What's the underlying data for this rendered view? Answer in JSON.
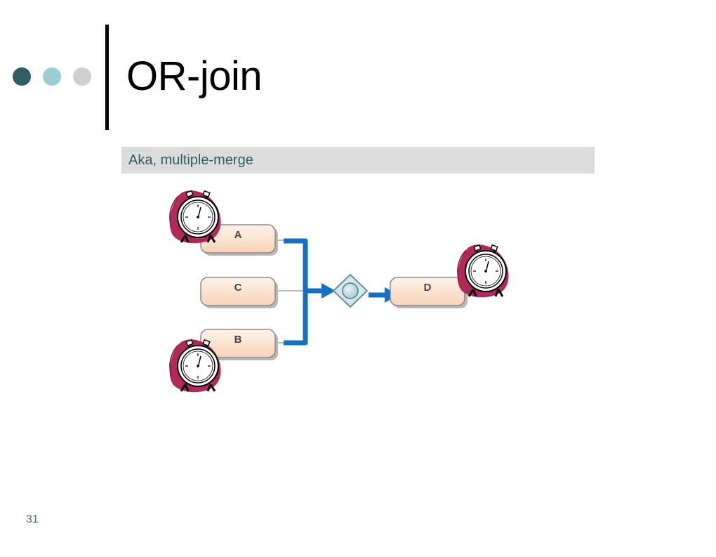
{
  "slide": {
    "title": "OR-join",
    "subtitle": "Aka, multiple-merge",
    "page_number": "31"
  },
  "decoration": {
    "dots": [
      "#2f5f60",
      "#9ccfd0",
      "#cfcfcf"
    ]
  },
  "diagram": {
    "tasks": [
      {
        "id": "task-a",
        "label": "A",
        "timer": true
      },
      {
        "id": "task-c",
        "label": "C",
        "timer": false
      },
      {
        "id": "task-b",
        "label": "B",
        "timer": true
      },
      {
        "id": "task-d",
        "label": "D",
        "timer": true
      }
    ],
    "gateway": "or-join",
    "colors": {
      "task_fill_top": "#fff3ea",
      "task_fill_bottom": "#f6d3b7",
      "flow_blue": "#1370c2",
      "timer_blob": "#b3285b",
      "gateway_fill": "#a9cdd3"
    }
  }
}
